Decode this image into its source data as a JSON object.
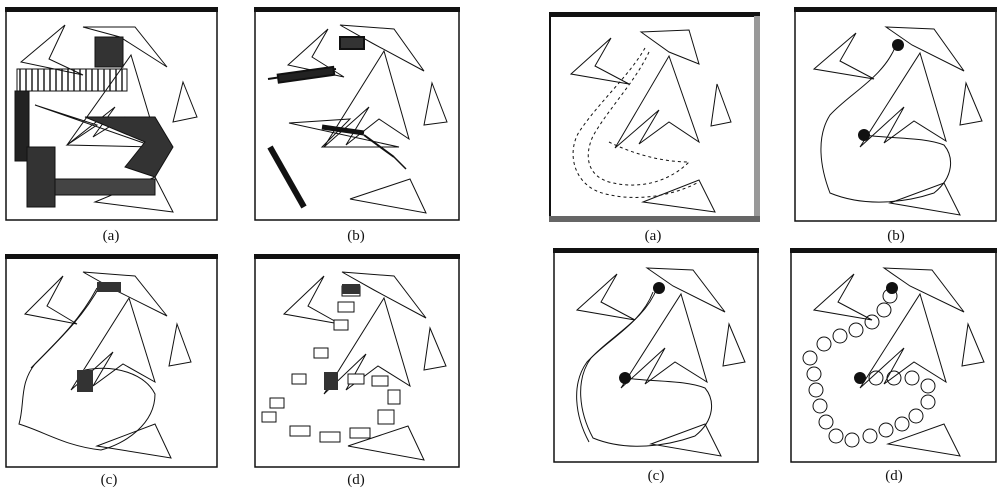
{
  "left_figure": {
    "captions": [
      "(a)",
      "(b)",
      "(c)",
      "(d)"
    ]
  },
  "right_figure": {
    "captions": [
      "(a)",
      "(b)",
      "(c)",
      "(d)"
    ]
  },
  "colors": {
    "ink": "#111111",
    "paper": "#ffffff"
  }
}
